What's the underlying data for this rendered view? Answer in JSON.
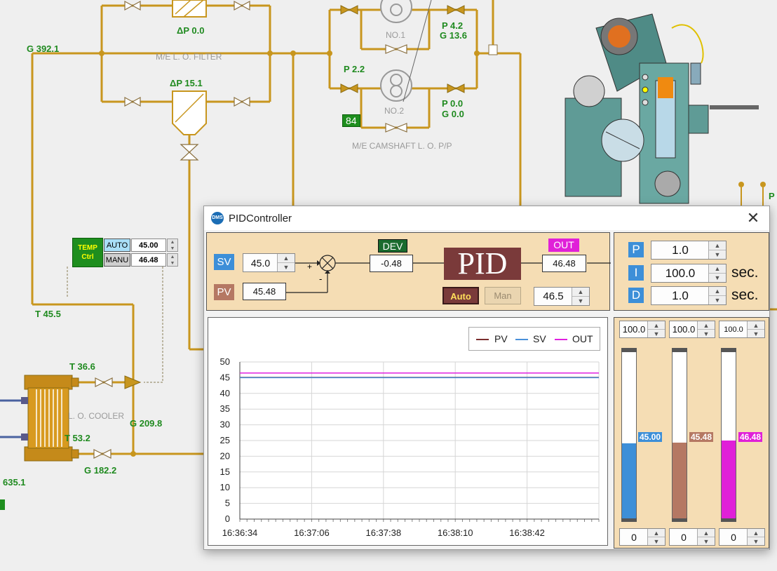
{
  "schematic": {
    "labels": {
      "dp_filter1": "ΔP 0.0",
      "dp_filter2": "ΔP 15.1",
      "filter_name": "M/E L. O. FILTER",
      "g_inlet": "G 392.1",
      "p_no1": "P 4.2",
      "g_no1": "G 13.6",
      "p_no2_in": "P 2.2",
      "p_no2": "P 0.0",
      "g_no2": "G 0.0",
      "pump1": "NO.1",
      "pump2": "NO.2",
      "camshaft_pp": "M/E CAMSHAFT L. O. P/P",
      "badge": "84",
      "t_45": "T 45.5",
      "t_36": "T 36.6",
      "t_53": "T 53.2",
      "g_209": "G 209.8",
      "g_182": "G 182.2",
      "v_635": "635.1",
      "cooler_name": "L. O. COOLER",
      "p_right": "P"
    },
    "temp_ctrl": {
      "label_line1": "TEMP",
      "label_line2": "Ctrl",
      "auto_label": "AUTO",
      "manu_label": "MANU",
      "auto_value": "45.00",
      "manu_value": "46.48"
    }
  },
  "dialog": {
    "title": "PIDController",
    "icon_text": "DMS",
    "close": "✕",
    "sv_tag": "SV",
    "sv_value": "45.0",
    "pv_tag": "PV",
    "pv_value": "45.48",
    "dev_tag": "DEV",
    "dev_value": "-0.48",
    "pid_label": "PID",
    "out_tag": "OUT",
    "out_value": "46.48",
    "plus": "+",
    "minus": "-",
    "auto_btn": "Auto",
    "man_btn": "Man",
    "manual_value": "46.5",
    "p_tag": "P",
    "p_value": "1.0",
    "i_tag": "I",
    "i_value": "100.0",
    "i_unit": "sec.",
    "d_tag": "D",
    "d_value": "1.0",
    "d_unit": "sec.",
    "gauges": {
      "max": [
        "100.0",
        "100.0",
        "100.0"
      ],
      "min": [
        "0",
        "0",
        "0"
      ],
      "values": [
        "45.00",
        "45.48",
        "46.48"
      ]
    }
  },
  "colors": {
    "sv": "#3d8fd8",
    "pv": "#b57863",
    "out": "#e020d8",
    "pv_line": "#7b2e2e",
    "sv_line": "#4a90d9",
    "out_line": "#e020e0",
    "pipe": "#c8961e",
    "panel": "#f5ddb4"
  },
  "chart_data": {
    "type": "line",
    "x": [
      "16:36:34",
      "16:37:06",
      "16:37:38",
      "16:38:10",
      "16:38:42"
    ],
    "yticks": [
      0,
      5,
      10,
      15,
      20,
      25,
      30,
      35,
      40,
      45,
      50
    ],
    "ylim": [
      0,
      50
    ],
    "grid": true,
    "legend_placement": "top-right",
    "series": [
      {
        "name": "PV",
        "values": [
          45.1,
          45.1,
          45.1,
          45.1,
          45.1
        ]
      },
      {
        "name": "SV",
        "values": [
          45.0,
          45.0,
          45.0,
          45.0,
          45.0
        ]
      },
      {
        "name": "OUT",
        "values": [
          46.5,
          46.5,
          46.5,
          46.5,
          46.5
        ]
      }
    ]
  }
}
